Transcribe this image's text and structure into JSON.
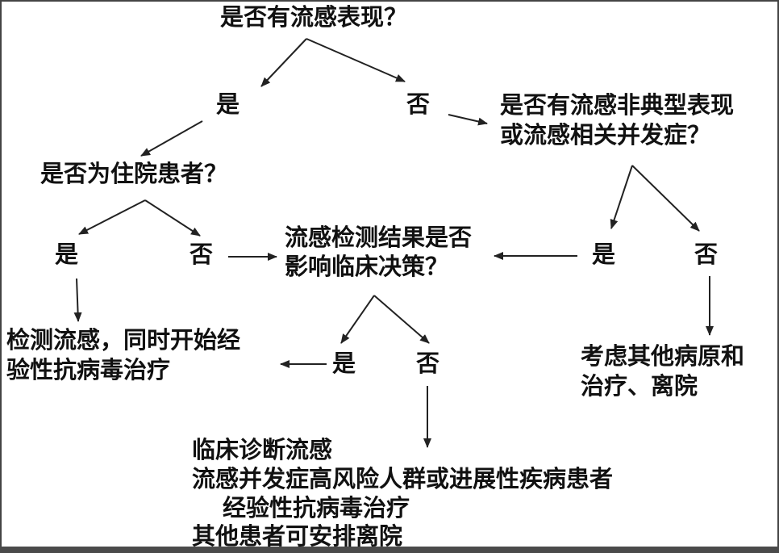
{
  "nodes": {
    "q_flu_symptoms": "是否有流感表现？",
    "yes_1": "是",
    "no_1": "否",
    "q_atypical_line1": "是否有流感非典型表现",
    "q_atypical_line2": "或流感相关并发症？",
    "q_inpatient": "是否为住院患者？",
    "yes_2": "是",
    "no_2": "否",
    "q_test_affects_line1": "流感检测结果是否",
    "q_test_affects_line2": "影响临床决策？",
    "yes_3": "是",
    "no_3": "否",
    "action_test_line1": "检测流感，同时开始经",
    "action_test_line2": "验性抗病毒治疗",
    "yes_4": "是",
    "no_4": "否",
    "action_other_line1": "考虑其他病原和",
    "action_other_line2": "治疗、离院",
    "clinical_line1": "临床诊断流感",
    "clinical_line2": "流感并发症高风险人群或进展性疾病患者",
    "clinical_line3": "经验性抗病毒治疗",
    "clinical_line4": "其他患者可安排离院"
  },
  "colors": {
    "text": "#111111",
    "arrow": "#222222",
    "border": "#444444"
  }
}
